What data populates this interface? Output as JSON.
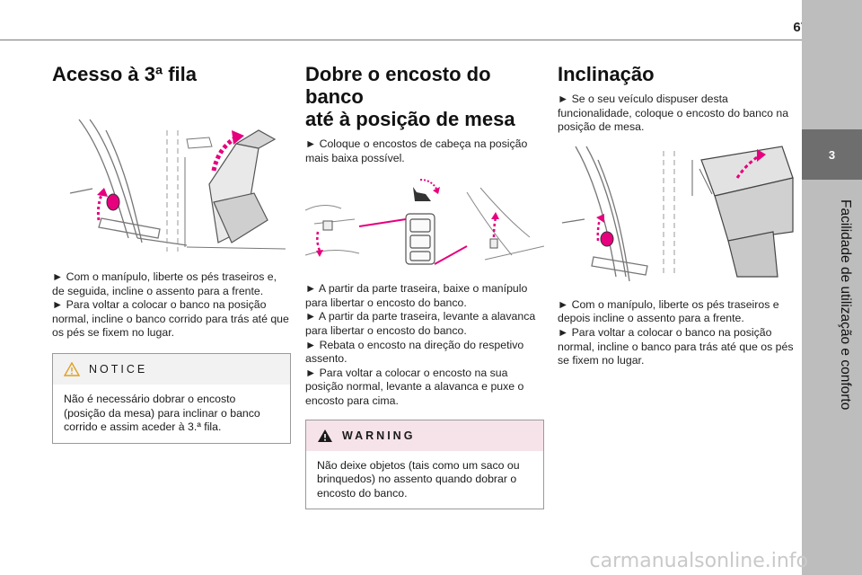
{
  "page": {
    "number": "67",
    "chapter_number": "3",
    "chapter_title": "Facilidade de utilização e conforto",
    "footer_watermark": "carmanualsonline.info"
  },
  "col1": {
    "title": "Acesso à 3ª fila",
    "steps": [
      "► Com o manípulo, liberte os pés traseiros e, de seguida, incline o assento para a frente.",
      "► Para voltar a colocar o banco na posição normal, incline o banco corrido para trás até que os pés se fixem no lugar."
    ],
    "notice": {
      "label": "NOTICE",
      "text": "Não é necessário dobrar o encosto (posição da mesa) para inclinar o banco corrido e assim aceder à 3.ª fila."
    }
  },
  "col2": {
    "title_line1": "Dobre o encosto do banco",
    "title_line2": "até à posição de mesa",
    "intro": "► Coloque o encostos de cabeça na posição mais baixa possível.",
    "steps": [
      "► A partir da parte traseira, baixe o manípulo para libertar o encosto do banco.",
      "► A partir da parte traseira, levante a alavanca para libertar o encosto do banco.",
      "► Rebata o encosto na direção do respetivo assento.",
      "► Para voltar a colocar o encosto na sua posição normal, levante a alavanca e puxe o encosto para cima."
    ],
    "warning": {
      "label": "WARNING",
      "text": "Não deixe objetos (tais como um saco ou brinquedos) no assento quando dobrar o encosto do banco."
    }
  },
  "col3": {
    "title": "Inclinação",
    "intro": "► Se o seu veículo dispuser desta funcionalidade, coloque o encosto do banco na posição de mesa.",
    "steps": [
      "► Com o manípulo, liberte os pés traseiros e depois incline o assento para a frente.",
      "► Para voltar a colocar o banco na posição normal, incline o banco para trás até que os pés se fixem no lugar."
    ]
  },
  "colors": {
    "accent_magenta": "#e6007e",
    "notice_icon": "#e0a020",
    "warning_bg": "#f6e3e9",
    "sidebar": "#bdbdbd",
    "chapter_tab": "#6e6e6e"
  }
}
